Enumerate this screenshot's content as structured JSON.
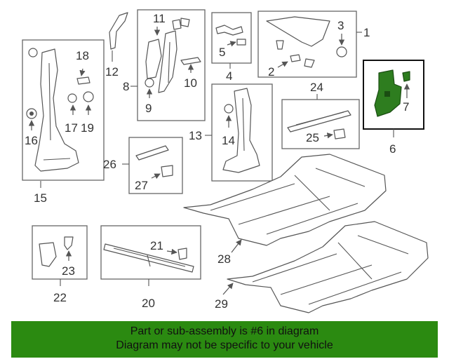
{
  "diagram": {
    "callouts": {
      "c1": "1",
      "c2": "2",
      "c3": "3",
      "c4": "4",
      "c5": "5",
      "c6": "6",
      "c7": "7",
      "c8": "8",
      "c9": "9",
      "c10": "10",
      "c11": "11",
      "c12": "12",
      "c13": "13",
      "c14": "14",
      "c15": "15",
      "c16": "16",
      "c17": "17",
      "c18": "18",
      "c19": "19",
      "c20": "20",
      "c21": "21",
      "c22": "22",
      "c23": "23",
      "c24": "24",
      "c25": "25",
      "c26": "26",
      "c27": "27",
      "c28": "28",
      "c29": "29"
    },
    "highlight_color": "#2e7d1f"
  },
  "banner": {
    "line1": "Part or sub-assembly is #6 in diagram",
    "line2": "Diagram may not be specific to your vehicle",
    "color": "#2b8a11"
  }
}
